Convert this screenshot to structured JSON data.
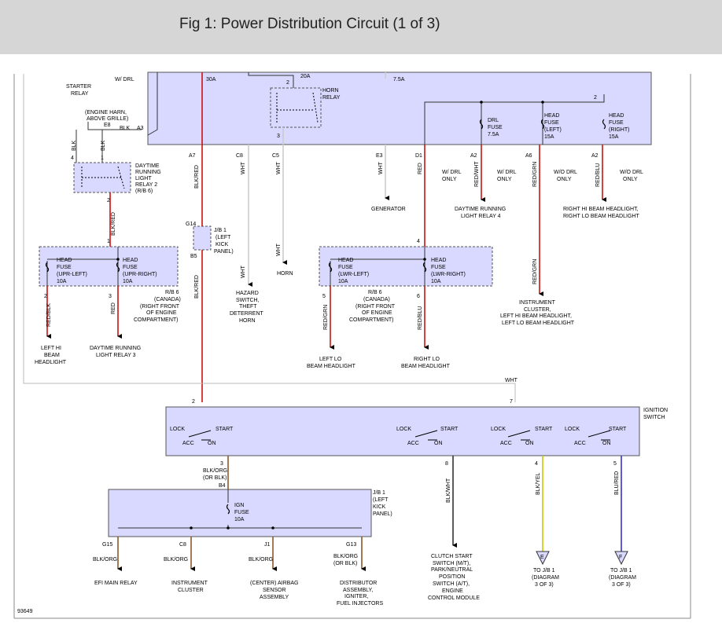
{
  "header": {
    "title": "Fig 1: Power Distribution Circuit (1 of 3)"
  },
  "colors": {
    "box_fill": "#d9d9ff",
    "red": "#cc1111",
    "brown": "#8b5a2b",
    "yellow": "#c8c800",
    "blue": "#3333cc",
    "black": "#000000",
    "gray": "#999999"
  },
  "labels": {
    "l_wdrl": "W/ DRL",
    "l_starter1": "STARTER",
    "l_starter2": "RELAY",
    "l_engh1": "(ENGINE HARN,",
    "l_engh2": "ABOVE GRILLE)",
    "l_e8": "E8",
    "l_blk_a3": "BLK",
    "l_a3": "A3",
    "l_blk_v1": "BLK",
    "l_blk_v2": "BLK",
    "l_4a": "4",
    "l_1a": "1",
    "l_drl2_1": "DAYTIME",
    "l_drl2_2": "RUNNING",
    "l_drl2_3": "LIGHT",
    "l_drl2_4": "RELAY 2",
    "l_drl2_5": "(R/B 6)",
    "l_2a": "2",
    "l_blkred_v": "BLK/RED",
    "l_1b": "1",
    "l_hf_ul1": "HEAD",
    "l_hf_ul2": "FUSE",
    "l_hf_ul3": "(UPR-LEFT)",
    "l_hf_ul4": "10A",
    "l_hf_ur1": "HEAD",
    "l_hf_ur2": "FUSE",
    "l_hf_ur3": "(UPR-RIGHT)",
    "l_hf_ur4": "10A",
    "l_rb6a_1": "R/B 6",
    "l_rb6a_2": "(CANADA)",
    "l_rb6a_3": "(RIGHT FRONT",
    "l_rb6a_4": "OF ENGINE",
    "l_rb6a_5": "COMPARTMENT)",
    "l_2b": "2",
    "l_3b": "3",
    "l_redblk": "RED/BLK",
    "l_red_a": "RED",
    "l_lhb1": "LEFT HI",
    "l_lhb2": "BEAM",
    "l_lhb3": "HEADLIGHT",
    "l_drl3_1": "DAYTIME RUNNING",
    "l_drl3_2": "LIGHT RELAY 3",
    "l_30a": "30A",
    "l_a7": "A7",
    "l_blkred_a7": "BLK/RED",
    "l_g14": "G14",
    "l_jb1a_1": "J/B 1",
    "l_jb1a_2": "(LEFT",
    "l_jb1a_3": "KICK",
    "l_jb1a_4": "PANEL)",
    "l_b5": "B5",
    "l_blkred_b5": "BLK/RED",
    "l_20a": "20A",
    "l_2h": "2",
    "l_horn_r1": "HORN",
    "l_horn_r2": "RELAY",
    "l_3h": "3",
    "l_c8": "C8",
    "l_c5": "C5",
    "l_wht_c8": "WHT",
    "l_wht_c5": "WHT",
    "l_wht_c8b": "WHT",
    "l_wht_c5b": "WHT",
    "l_haz1": "HAZARD",
    "l_haz2": "SWITCH,",
    "l_haz3": "THEFT",
    "l_haz4": "DETERRENT",
    "l_haz5": "HORN",
    "l_horn": "HORN",
    "l_75a": "7.5A",
    "l_e3": "E3",
    "l_wht_e3": "WHT",
    "l_gen": "GENERATOR",
    "l_d1": "D1",
    "l_red_d1": "RED",
    "l_wdrl_d1a": "W/ DRL",
    "l_wdrl_d1b": "ONLY",
    "l_drlfuse1": "DRL",
    "l_drlfuse2": "FUSE",
    "l_drlfuse3": "7.5A",
    "l_a2a": "A2",
    "l_redwht": "RED/WHT",
    "l_wdrl_a2a": "W/ DRL",
    "l_wdrl_a2b": "ONLY",
    "l_drl4_1": "DAYTIME RUNNING",
    "l_drl4_2": "LIGHT RELAY 4",
    "l_hfl1": "HEAD",
    "l_hfl2": "FUSE",
    "l_hfl3": "(LEFT)",
    "l_hfl4": "15A",
    "l_a6": "A6",
    "l_redgrn_a6": "RED/GRN",
    "l_wodrl_a6a": "W/O DRL",
    "l_wodrl_a6b": "ONLY",
    "l_redgrn_a6b": "RED/GRN",
    "l_ic1": "INSTRUMENT",
    "l_ic2": "CLUSTER,",
    "l_ic3": "LEFT HI BEAM HEADLIGHT,",
    "l_ic4": "LEFT LO BEAM HEADLIGHT",
    "l_2r": "2",
    "l_hfr1": "HEAD",
    "l_hfr2": "FUSE",
    "l_hfr3": "(RIGHT)",
    "l_hfr4": "15A",
    "l_a2b": "A2",
    "l_redblu": "RED/BLU",
    "l_wodrl_a2a": "W/O DRL",
    "l_wodrl_a2b": "ONLY",
    "l_rhb1": "RIGHT HI BEAM HEADLIGHT,",
    "l_rhb2": "RIGHT LO BEAM HEADLIGHT",
    "l_4m": "4",
    "l_hf_ll1": "HEAD",
    "l_hf_ll2": "FUSE",
    "l_hf_ll3": "(LWR-LEFT)",
    "l_hf_ll4": "10A",
    "l_hf_lr1": "HEAD",
    "l_hf_lr2": "FUSE",
    "l_hf_lr3": "(LWR-RIGHT)",
    "l_hf_lr4": "10A",
    "l_rb6b_1": "R/B 6",
    "l_rb6b_2": "(CANADA)",
    "l_rb6b_3": "(RIGHT FRONT",
    "l_rb6b_4": "OF ENGINE",
    "l_rb6b_5": "COMPARTMENT)",
    "l_5m": "5",
    "l_6m": "6",
    "l_redgrn_m": "RED/GRN",
    "l_redblu_m": "RED/BLU",
    "l_llb1": "LEFT LO",
    "l_llb2": "BEAM HEADLIGHT",
    "l_rlb1": "RIGHT LO",
    "l_rlb2": "BEAM HEADLIGHT",
    "l_wht_top": "WHT",
    "l_ign1": "IGNITION",
    "l_ign2": "SWITCH",
    "l_2i": "2",
    "l_7i": "7",
    "l_lock1": "LOCK",
    "l_start1": "START",
    "l_acc1": "ACC",
    "l_on1": "ON",
    "l_lock2": "LOCK",
    "l_start2": "START",
    "l_acc2": "ACC",
    "l_on2": "ON",
    "l_lock3": "LOCK",
    "l_start3": "START",
    "l_acc3": "ACC",
    "l_on3": "ON",
    "l_lock4": "LOCK",
    "l_start4": "START",
    "l_acc4": "ACC",
    "l_on4": "ON",
    "l_3i": "3",
    "l_blkorg_3": "BLK/ORG",
    "l_orblk_3": "(OR BLK)",
    "l_b4": "B4",
    "l_8i": "8",
    "l_blkwht": "BLK/WHT",
    "l_4i": "4",
    "l_blkyel": "BLK/YEL",
    "l_5i": "5",
    "l_blured": "BLU/RED",
    "l_ignf1": "IGN",
    "l_ignf2": "FUSE",
    "l_ignf3": "10A",
    "l_jb1b_1": "J/B 1",
    "l_jb1b_2": "(LEFT",
    "l_jb1b_3": "KICK",
    "l_jb1b_4": "PANEL)",
    "l_g15": "G15",
    "l_c8b": "C8",
    "l_j1": "J1",
    "l_g13": "G13",
    "l_blkorg_g15": "BLK/ORG",
    "l_blkorg_c8": "BLK/ORG",
    "l_blkorg_j1": "BLK/ORG",
    "l_blkorg_g13": "BLK/ORG",
    "l_orblk_g13": "(OR BLK)",
    "l_efi": "EFI MAIN RELAY",
    "l_ic_b1": "INSTRUMENT",
    "l_ic_b2": "CLUSTER",
    "l_ab1": "(CENTER) AIRBAG",
    "l_ab2": "SENSOR",
    "l_ab3": "ASSEMBLY",
    "l_da1": "DISTRIBUTOR",
    "l_da2": "ASSEMBLY,",
    "l_da3": "IGNITER,",
    "l_da4": "FUEL INJECTORS",
    "l_cs1": "CLUTCH START",
    "l_cs2": "SWITCH (M/T),",
    "l_cs3": "PARK/NEUTRAL",
    "l_cs4": "POSITION",
    "l_cs5": "SWITCH (A/T),",
    "l_cs6": "ENGINE",
    "l_cs7": "CONTROL MODULE",
    "l_e_flag": "E",
    "l_f_flag": "F",
    "l_tojb_e1": "TO J/B 1",
    "l_tojb_e2": "(DIAGRAM",
    "l_tojb_e3": "3 OF 3)",
    "l_tojb_f1": "TO J/B 1",
    "l_tojb_f2": "(DIAGRAM",
    "l_tojb_f3": "3 OF 3)",
    "l_code": "93649"
  }
}
